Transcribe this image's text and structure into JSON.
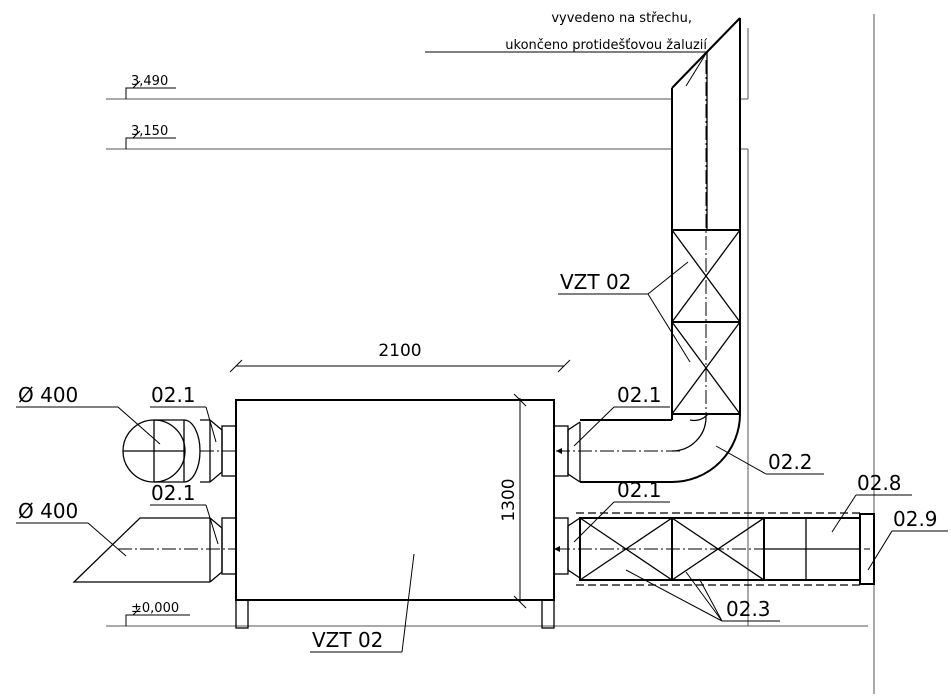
{
  "note": {
    "line1": "vyvedeno na střechu,",
    "line2": "ukončeno protidešťovou žaluzií"
  },
  "levels": {
    "top": "3,490",
    "mid": "3,150",
    "zero": "±0,000"
  },
  "labels": {
    "unit_top": "VZT 02",
    "unit_bottom": "VZT 02",
    "diam_top": "Ø 400",
    "diam_bottom": "Ø 400",
    "p021_left_top": "02.1",
    "p021_left_bottom": "02.1",
    "p021_right_top": "02.1",
    "p021_right_bottom": "02.1",
    "p022": "02.2",
    "p023": "02.3",
    "p028": "02.8",
    "p029": "02.9"
  },
  "dimensions": {
    "width": "2100",
    "height": "1300"
  }
}
